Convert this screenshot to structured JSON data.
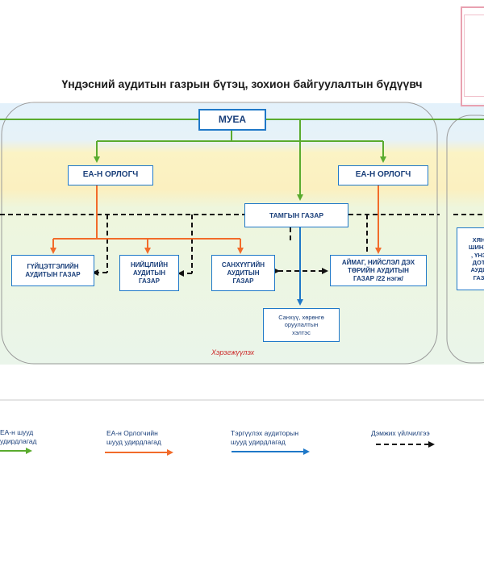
{
  "title": "Үндэсний аудитын газрын бүтэц, зохион байгуулалтын бүдүүвч",
  "boxes": {
    "muea": "МУЕА",
    "deputy_left": "ЕА-Н ОРЛОГЧ",
    "deputy_right": "ЕА-Н ОРЛОГЧ",
    "secretariat": "ТАМГЫН ГАЗАР",
    "compliance_audit": "ГҮЙЦЭТГЭЛИЙН\nАУДИТЫН ГАЗАР",
    "public_audit": "НИЙЦЛИЙН\nАУДИТЫН\nГАЗАР",
    "financial_audit": "САНХҮҮГИЙН\nАУДИТЫН\nГАЗАР",
    "aimag_audit": "АЙМАГ, НИЙСЛЭЛ ДЭХ\nТӨРИЙН АУДИТЫН\nГАЗАР /22 нэгж/",
    "finance_unit": "Санхүү, хөрөнгө\noруулалтын\nхэлтэс",
    "right_partial": "ХЯН\nШИНЖ\n, ҮНЭ\nДОТ\nАУДИ\nГАЗ"
  },
  "region_caption": "Хэрэгжүүлэх",
  "legend": [
    {
      "label": "ЕА-н шууд\nудирдлагад",
      "color": "#5aab2e",
      "style": "solid"
    },
    {
      "label": "ЕА-н Орлогчийн\nшууд удирдлагад",
      "color": "#f26b2a",
      "style": "solid"
    },
    {
      "label": "Тэргүүлэх аудиторын\nшууд удирдлагад",
      "color": "#1f78c8",
      "style": "solid"
    },
    {
      "label": "Дэмжих үйлчилгээ",
      "color": "#111111",
      "style": "dashed"
    }
  ],
  "colors": {
    "green": "#5aab2e",
    "orange": "#f26b2a",
    "blue": "#1f78c8",
    "band_blue": "#e3f1fb",
    "band_yellow": "#fbf3c4",
    "band_green": "#eaf6e4"
  }
}
